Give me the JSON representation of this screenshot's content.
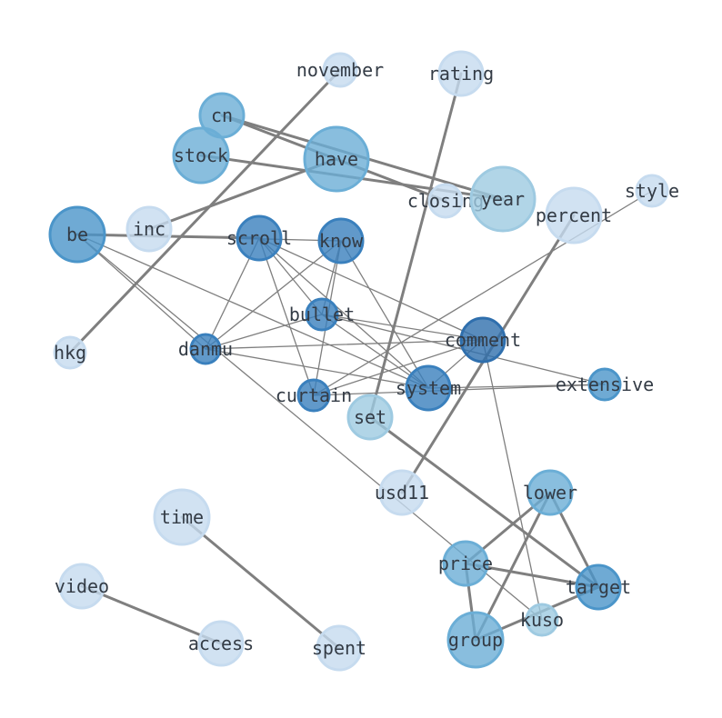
{
  "graph": {
    "nodes": [
      {
        "id": "november",
        "label": "november",
        "shade": 1
      },
      {
        "id": "rating",
        "label": "rating",
        "shade": 1
      },
      {
        "id": "cn",
        "label": "cn",
        "shade": 3
      },
      {
        "id": "stock",
        "label": "stock",
        "shade": 3
      },
      {
        "id": "have",
        "label": "have",
        "shade": 3
      },
      {
        "id": "closing",
        "label": "closing",
        "shade": 1
      },
      {
        "id": "year",
        "label": "year",
        "shade": 2
      },
      {
        "id": "style",
        "label": "style",
        "shade": 1
      },
      {
        "id": "percent",
        "label": "percent",
        "shade": 1
      },
      {
        "id": "be",
        "label": "be",
        "shade": 4
      },
      {
        "id": "inc",
        "label": "inc",
        "shade": 1
      },
      {
        "id": "scroll",
        "label": "scroll",
        "shade": 5
      },
      {
        "id": "know",
        "label": "know",
        "shade": 5
      },
      {
        "id": "bullet",
        "label": "bullet",
        "shade": 5
      },
      {
        "id": "hkg",
        "label": "hkg",
        "shade": 1
      },
      {
        "id": "danmu",
        "label": "danmu",
        "shade": 5
      },
      {
        "id": "comment",
        "label": "comment",
        "shade": 6
      },
      {
        "id": "extensive",
        "label": "extensive",
        "shade": 4
      },
      {
        "id": "system",
        "label": "system",
        "shade": 5
      },
      {
        "id": "curtain",
        "label": "curtain",
        "shade": 5
      },
      {
        "id": "set",
        "label": "set",
        "shade": 2
      },
      {
        "id": "usd11",
        "label": "usd11",
        "shade": 1
      },
      {
        "id": "lower",
        "label": "lower",
        "shade": 3
      },
      {
        "id": "time",
        "label": "time",
        "shade": 1
      },
      {
        "id": "price",
        "label": "price",
        "shade": 3
      },
      {
        "id": "target",
        "label": "target",
        "shade": 4
      },
      {
        "id": "video",
        "label": "video",
        "shade": 1
      },
      {
        "id": "kuso",
        "label": "kuso",
        "shade": 2
      },
      {
        "id": "access",
        "label": "access",
        "shade": 1
      },
      {
        "id": "spent",
        "label": "spent",
        "shade": 1
      },
      {
        "id": "group",
        "label": "group",
        "shade": 3
      }
    ],
    "edges": [
      {
        "source": "november",
        "target": "hkg",
        "weight": 2
      },
      {
        "source": "rating",
        "target": "set",
        "weight": 2
      },
      {
        "source": "cn",
        "target": "year",
        "weight": 2
      },
      {
        "source": "cn",
        "target": "closing",
        "weight": 2
      },
      {
        "source": "stock",
        "target": "year",
        "weight": 2
      },
      {
        "source": "have",
        "target": "inc",
        "weight": 2
      },
      {
        "source": "percent",
        "target": "usd11",
        "weight": 2
      },
      {
        "source": "style",
        "target": "curtain",
        "weight": 1
      },
      {
        "source": "be",
        "target": "scroll",
        "weight": 2
      },
      {
        "source": "be",
        "target": "know",
        "weight": 1
      },
      {
        "source": "be",
        "target": "system",
        "weight": 1
      },
      {
        "source": "be",
        "target": "danmu",
        "weight": 1
      },
      {
        "source": "be",
        "target": "kuso",
        "weight": 1
      },
      {
        "source": "scroll",
        "target": "danmu",
        "weight": 1
      },
      {
        "source": "scroll",
        "target": "curtain",
        "weight": 1
      },
      {
        "source": "scroll",
        "target": "comment",
        "weight": 1
      },
      {
        "source": "scroll",
        "target": "system",
        "weight": 1
      },
      {
        "source": "scroll",
        "target": "bullet",
        "weight": 1
      },
      {
        "source": "know",
        "target": "danmu",
        "weight": 1
      },
      {
        "source": "know",
        "target": "curtain",
        "weight": 1
      },
      {
        "source": "know",
        "target": "system",
        "weight": 1
      },
      {
        "source": "know",
        "target": "bullet",
        "weight": 1
      },
      {
        "source": "bullet",
        "target": "danmu",
        "weight": 1
      },
      {
        "source": "bullet",
        "target": "comment",
        "weight": 1
      },
      {
        "source": "bullet",
        "target": "extensive",
        "weight": 1
      },
      {
        "source": "bullet",
        "target": "system",
        "weight": 1
      },
      {
        "source": "danmu",
        "target": "comment",
        "weight": 1
      },
      {
        "source": "danmu",
        "target": "system",
        "weight": 1
      },
      {
        "source": "curtain",
        "target": "comment",
        "weight": 1
      },
      {
        "source": "curtain",
        "target": "extensive",
        "weight": 1
      },
      {
        "source": "system",
        "target": "comment",
        "weight": 1
      },
      {
        "source": "system",
        "target": "extensive",
        "weight": 1
      },
      {
        "source": "comment",
        "target": "kuso",
        "weight": 1
      },
      {
        "source": "set",
        "target": "target",
        "weight": 2
      },
      {
        "source": "lower",
        "target": "price",
        "weight": 2
      },
      {
        "source": "lower",
        "target": "target",
        "weight": 2
      },
      {
        "source": "lower",
        "target": "group",
        "weight": 2
      },
      {
        "source": "price",
        "target": "target",
        "weight": 2
      },
      {
        "source": "price",
        "target": "group",
        "weight": 2
      },
      {
        "source": "target",
        "target": "group",
        "weight": 2
      },
      {
        "source": "time",
        "target": "spent",
        "weight": 2
      },
      {
        "source": "video",
        "target": "access",
        "weight": 2
      }
    ]
  },
  "colors": {
    "edge": "#7f7f7f",
    "label": "#333b45",
    "shades": {
      "1": "#c6dbef",
      "2": "#9ecae1",
      "3": "#6baed6",
      "4": "#4b95c9",
      "5": "#3a80bd",
      "6": "#2f6fad"
    }
  }
}
